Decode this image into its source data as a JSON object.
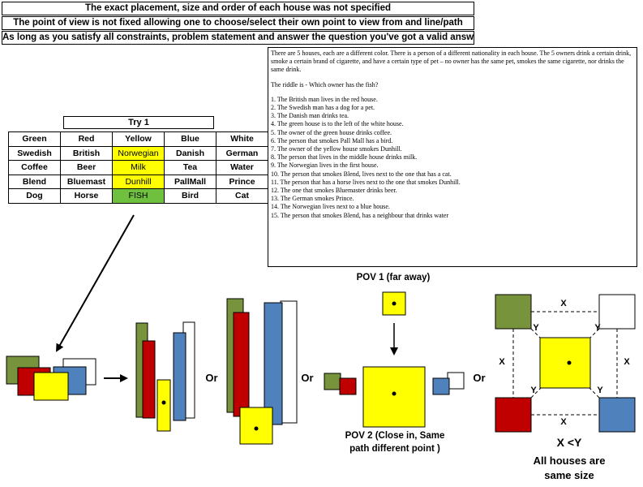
{
  "headers": [
    "The exact placement, size and order of each house was not specified",
    "The point of view is not fixed allowing one to choose/select their own point to view from and line/path",
    "As long as you satisfy all constraints, problem statement and answer the question you've got a valid answer ;)"
  ],
  "riddle": {
    "intro": "There are 5 houses, each are a different color. There is a person of a different nationality in each house. The 5 owners drink a certain drink, smoke a certain brand of cigarette, and have a certain type of pet – no owner has the same pet, smokes the same cigarette, nor drinks the same drink.",
    "question": "The riddle is - Which owner has the fish?",
    "clues": [
      "1. The British man lives in the red house.",
      "2. The Swedish man has a dog for a pet.",
      "3. The Danish man drinks tea.",
      "4. The green house is to the left of the white house.",
      "5. The owner of the green house drinks coffee.",
      "6. The person that smokes Pall Mall has a bird.",
      "7. The owner of the yellow house smokes Dunhill.",
      "8. The person that lives in the middle house drinks milk.",
      "9. The Norwegian lives in the first house.",
      "10. The person that smokes Blend, lives next to the one that has a cat.",
      "11. The person that has a horse lives next to the one that smokes Dunhill.",
      "12. The one that smokes Bluemaster drinks beer.",
      "13. The German smokes Prince.",
      "14. The Norwegian lives next to a blue house.",
      "15. The person that smokes Blend, has a neighbour that drinks water"
    ]
  },
  "table": {
    "title": "Try 1",
    "rows": [
      [
        "Green",
        "Red",
        "Yellow",
        "Blue",
        "White"
      ],
      [
        "Swedish",
        "British",
        "Norwegian",
        "Danish",
        "German"
      ],
      [
        "Coffee",
        "Beer",
        "Milk",
        "Tea",
        "Water"
      ],
      [
        "Blend",
        "Bluemast",
        "Dunhill",
        "PallMall",
        "Prince"
      ],
      [
        "Dog",
        "Horse",
        "FISH",
        "Bird",
        "Cat"
      ]
    ]
  },
  "diagram": {
    "or_label": "Or",
    "pov1": "POV 1 (far away)",
    "pov2_line1": "POV 2 (Close in, Same",
    "pov2_line2": "path different point )",
    "x_label": "X",
    "y_label": "Y",
    "constraint": "X <Y",
    "note_line1": "All houses are",
    "note_line2": "same size"
  },
  "colors": {
    "green": "#77933c",
    "red": "#c00000",
    "yellow": "#ffff00",
    "blue": "#4f81bd",
    "white": "#ffffff",
    "fish": "#70c040"
  }
}
